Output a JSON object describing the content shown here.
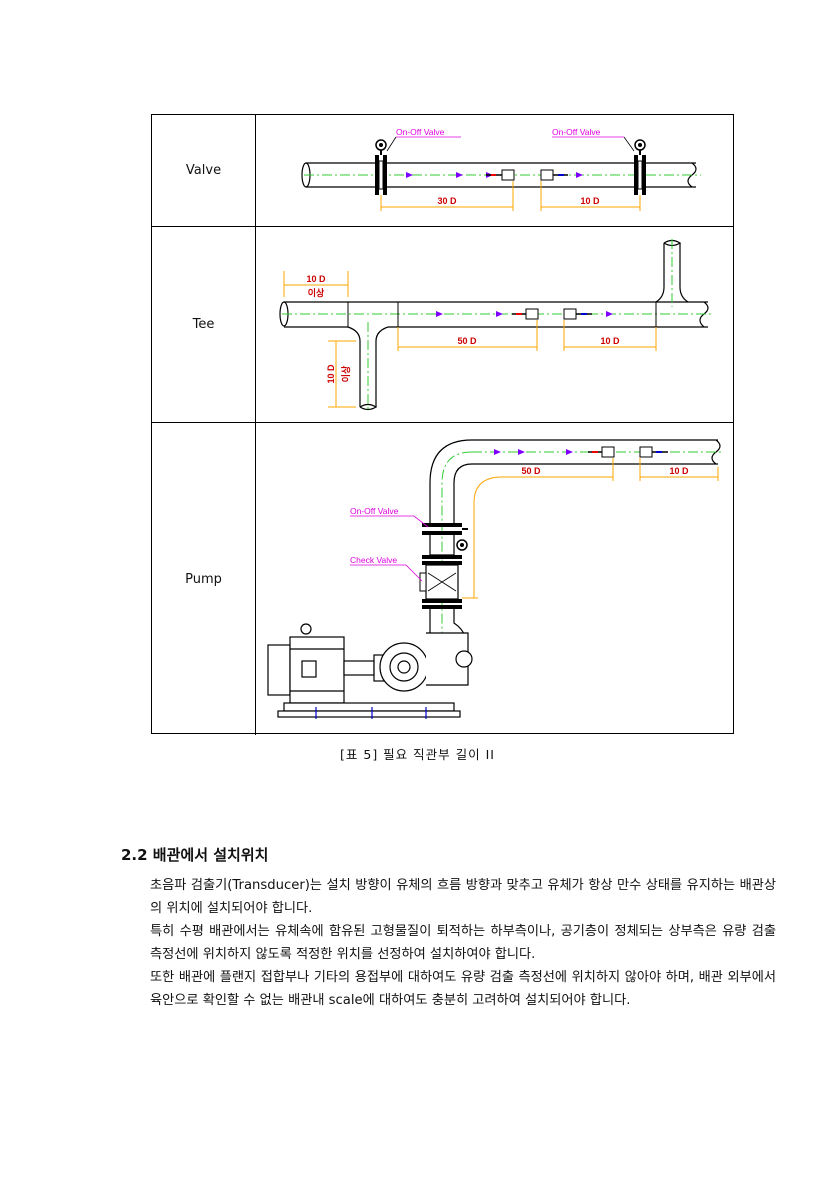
{
  "table": {
    "rows": [
      {
        "label": "Valve",
        "annotations": {
          "valve_left": "On-Off  Valve",
          "valve_right": "On-Off  Valve",
          "dim_upstream": "30 D",
          "dim_downstream": "10 D"
        }
      },
      {
        "label": "Tee",
        "annotations": {
          "dim_top": "10 D",
          "dim_top_sub": "이상",
          "dim_vert": "10 D",
          "dim_vert_sub": "이상",
          "dim_upstream": "50 D",
          "dim_downstream": "10 D"
        }
      },
      {
        "label": "Pump",
        "annotations": {
          "onoff_valve": "On-Off  Valve",
          "check_valve": "Check Valve",
          "dim_upstream": "50 D",
          "dim_downstream": "10 D"
        }
      }
    ]
  },
  "caption": "[표 5] 필요 직관부 길이 II",
  "section": {
    "title": "2.2 배관에서 설치위치",
    "paragraphs": [
      "초음파 검출기(Transducer)는 설치 방향이 유체의 흐름 방향과 맞추고 유체가 항상 만수 상태를 유지하는 배관상의 위치에 설치되어야 합니다.",
      "특히 수평 배관에서는 유체속에 함유된 고형물질이 퇴적하는 하부측이나, 공기층이 정체되는 상부측은 유량 검출 측정선에 위치하지 않도록 적정한 위치를 선정하여 설치하여야 합니다.",
      "또한 배관에 플랜지 접합부나 기타의 용접부에 대하여도 유량 검출 측정선에 위치하지 않아야 하며, 배관 외부에서 육안으로 확인할 수 없는 배관내 scale에 대하여도 충분히 고려하여 설치되어야 합니다."
    ]
  },
  "colors": {
    "dimension": "#ffa500",
    "dim_text": "#cc0000",
    "callout": "#e000e0",
    "flow_arrow": "#8000ff",
    "centerline": "#33cc33"
  }
}
